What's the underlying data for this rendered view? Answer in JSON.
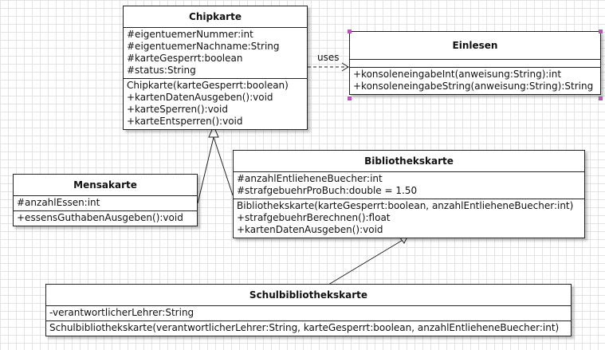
{
  "classes": {
    "chipkarte": {
      "name": "Chipkarte",
      "attributes": [
        "#eigentuemerNummer:int",
        "#eigentuemerNachname:String",
        "#karteGesperrt:boolean",
        "#status:String"
      ],
      "methods": [
        "Chipkarte(karteGesperrt:boolean)",
        "+kartenDatenAusgeben():void",
        "+karteSperren():void",
        "+karteEntsperren():void"
      ]
    },
    "einlesen": {
      "name": "Einlesen",
      "methods": [
        "+konsoleneingabeInt(anweisung:String):int",
        "+konsoleneingabeString(anweisung:String):String"
      ]
    },
    "mensakarte": {
      "name": "Mensakarte",
      "attributes": [
        "#anzahlEssen:int"
      ],
      "methods": [
        "+essensGuthabenAusgeben():void"
      ]
    },
    "bibliothekskarte": {
      "name": "Bibliothekskarte",
      "attributes": [
        "#anzahlEntlieheneBuecher:int",
        "#strafgebuehrProBuch:double = 1.50"
      ],
      "methods": [
        "Bibliothekskarte(karteGesperrt:boolean, anzahlEntlieheneBuecher:int)",
        "+strafgebuehrBerechnen():float",
        "+kartenDatenAusgeben():void"
      ]
    },
    "schulbibliothekskarte": {
      "name": "Schulbibliothekskarte",
      "attributes": [
        "-verantwortlicherLehrer:String"
      ],
      "methods": [
        "Schulbibliothekskarte(verantwortlicherLehrer:String, karteGesperrt:boolean, anzahlEntlieheneBuecher:int)"
      ]
    }
  },
  "relations": {
    "uses_label": "uses"
  },
  "colors": {
    "selection_handle": "#c050c0",
    "grid": "#e3e3e3",
    "border": "#222222"
  }
}
